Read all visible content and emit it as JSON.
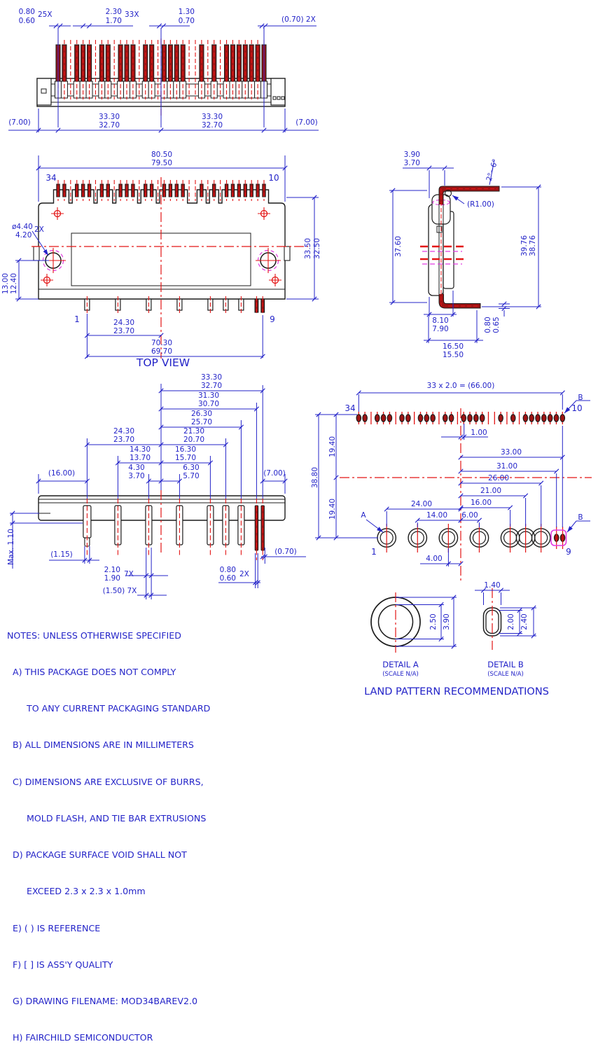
{
  "drawing": {
    "front_view": {
      "pin_width": {
        "max": "0.80",
        "min": "0.60",
        "count": "25X"
      },
      "pitch": {
        "max": "2.30",
        "min": "1.70",
        "count": "33X"
      },
      "center_pin": {
        "max": "1.30",
        "min": "0.70"
      },
      "end_pin_ref": "(0.70) 2X",
      "left_ref": "(7.00)",
      "right_ref": "(7.00)",
      "span_left": {
        "max": "33.30",
        "min": "32.70"
      },
      "span_right": {
        "max": "33.30",
        "min": "32.70"
      }
    },
    "top_view": {
      "caption": "TOP VIEW",
      "body_width": {
        "max": "80.50",
        "min": "79.50"
      },
      "pin34": "34",
      "pin10": "10",
      "pin1": "1",
      "pin9": "9",
      "hole_dia": {
        "max": "ø4.40",
        "min": "4.20",
        "count": "2X"
      },
      "hole_offset": {
        "max": "13.00",
        "min": "12.40"
      },
      "body_height": {
        "max": "33.50",
        "min": "32.50"
      },
      "pin1_to_center": {
        "max": "24.30",
        "min": "23.70"
      },
      "pin_span": {
        "max": "70.30",
        "min": "69.70"
      }
    },
    "side_view": {
      "lead_offset": {
        "max": "3.90",
        "min": "3.70"
      },
      "lead_angle": "2°~6°",
      "bend_radius": "(R1.00)",
      "body_height": "37.60",
      "overall_height": {
        "max": "39.76",
        "min": "38.76"
      },
      "body_depth": {
        "max": "8.10",
        "min": "7.90"
      },
      "lead_thickness": {
        "max": "0.80",
        "min": "0.65"
      },
      "overall_depth": {
        "max": "16.50",
        "min": "15.50"
      }
    },
    "pin_view": {
      "c33": {
        "max": "33.30",
        "min": "32.70"
      },
      "c31": {
        "max": "31.30",
        "min": "30.70"
      },
      "c26": {
        "max": "26.30",
        "min": "25.70"
      },
      "c24": {
        "max": "24.30",
        "min": "23.70"
      },
      "c21": {
        "max": "21.30",
        "min": "20.70"
      },
      "c14": {
        "max": "14.30",
        "min": "13.70"
      },
      "c16": {
        "max": "16.30",
        "min": "15.70"
      },
      "c4": {
        "max": "4.30",
        "min": "3.70"
      },
      "c6": {
        "max": "6.30",
        "min": "5.70"
      },
      "left_ref": "(16.00)",
      "right_ref": "(7.00)",
      "max_standoff": "Max. 1.10",
      "pin1_tip": "(1.15)",
      "pin_width": {
        "max": "2.10",
        "min": "1.90",
        "count": "7X"
      },
      "pin_tip": "(1.50) 7X",
      "pin89_width": {
        "max": "0.80",
        "min": "0.60",
        "count": "2X"
      },
      "pin9_ref": "(0.70)"
    },
    "land_pattern": {
      "row_pitch": "33 x 2.0 = (66.00)",
      "pin34": "34",
      "pin10": "10",
      "pin1": "1",
      "pin9": "9",
      "detail_a_ref": "A",
      "detail_b_ref_top": "B",
      "detail_b_ref_bottom": "B",
      "pad_offset": "1.00",
      "row_offset_top": "19.40",
      "row_offset_bottom": "19.40",
      "row_spacing": "38.80",
      "d33": "33.00",
      "d31": "31.00",
      "d26": "26.00",
      "d21": "21.00",
      "d16": "16.00",
      "d24": "24.00",
      "d14": "14.00",
      "d6": "6.00",
      "d4": "4.00",
      "pads_occupied": [
        1,
        2,
        4,
        5,
        6,
        8,
        9,
        11,
        12,
        13,
        15,
        16,
        18,
        19,
        20,
        21,
        24,
        26,
        28,
        29,
        30,
        31,
        32,
        33,
        34
      ],
      "hole_offsets_mm": [
        -24,
        -14,
        -4,
        6,
        16,
        21,
        26,
        31,
        33
      ]
    },
    "details": {
      "a": {
        "inner": "2.50",
        "outer": "3.90",
        "caption": "DETAIL A",
        "scale": "(SCALE N/A)"
      },
      "b": {
        "width": "1.40",
        "inner": "2.00",
        "outer": "2.40",
        "caption": "DETAIL B",
        "scale": "(SCALE N/A)"
      }
    },
    "land_pattern_title": "LAND PATTERN RECOMMENDATIONS",
    "notes": {
      "lines": [
        "NOTES: UNLESS OTHERWISE SPECIFIED",
        "  A) THIS PACKAGE DOES NOT COMPLY",
        "       TO ANY CURRENT PACKAGING STANDARD",
        "  B) ALL DIMENSIONS ARE IN MILLIMETERS",
        "  C) DIMENSIONS ARE EXCLUSIVE OF BURRS,",
        "       MOLD FLASH, AND TIE BAR EXTRUSIONS",
        "  D) PACKAGE SURFACE VOID SHALL NOT",
        "       EXCEED 2.3 x 2.3 x 1.0mm",
        "  E) ( ) IS REFERENCE",
        "  F) [ ] IS ASS'Y QUALITY",
        "  G) DRAWING FILENAME: MOD34BAREV2.0",
        "  H) FAIRCHILD SEMICONDUCTOR"
      ]
    },
    "colors": {
      "dim_blue": "#2323c8",
      "line_black": "#1c1c1c",
      "center_red": "#e31414",
      "pin_fill": "#9e1313",
      "highlight_magenta": "#e23ae2"
    }
  }
}
